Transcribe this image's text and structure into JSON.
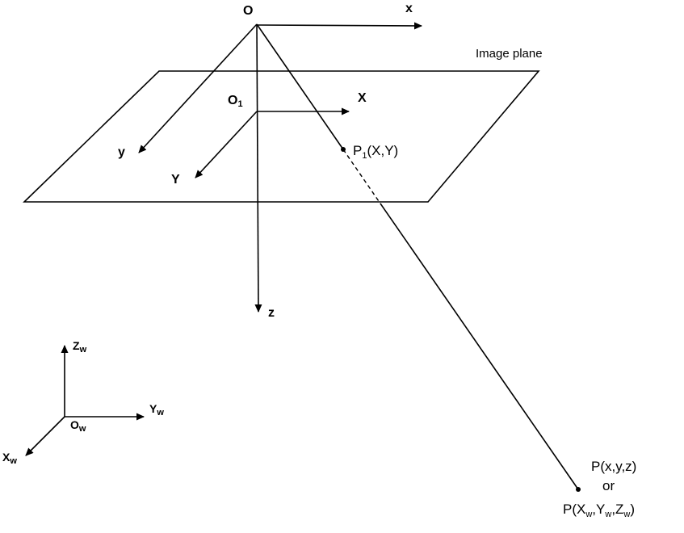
{
  "diagram": {
    "camera_frame": {
      "origin": "O",
      "x_axis": "x",
      "y_axis": "y",
      "z_axis": "z"
    },
    "image_frame": {
      "origin_main": "O",
      "origin_sub": "1",
      "x_axis": "X",
      "y_axis": "Y"
    },
    "image_plane_label": "Image plane",
    "point_p1": {
      "main": "P",
      "sub": "1",
      "coords": "(X,Y)"
    },
    "world_frame": {
      "z_main": "Z",
      "z_sub": "w",
      "y_main": "Y",
      "y_sub": "w",
      "x_main": "X",
      "x_sub": "w",
      "origin_main": "O",
      "origin_sub": "w"
    },
    "point_p": {
      "line1": "P(x,y,z)",
      "line2": "or",
      "line3": {
        "p1": "P(X",
        "s1": "w",
        "p2": ",Y",
        "s2": "w",
        "p3": ",Z",
        "s3": "w",
        "p4": ")"
      }
    }
  }
}
